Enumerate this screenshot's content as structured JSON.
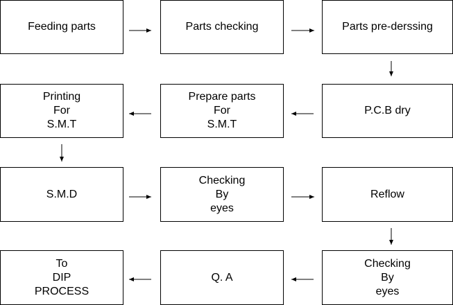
{
  "steps": [
    {
      "id": "feeding-parts",
      "lines": [
        "Feeding parts"
      ]
    },
    {
      "id": "parts-checking",
      "lines": [
        "Parts checking"
      ]
    },
    {
      "id": "parts-pre-dressing",
      "lines": [
        "Parts pre-derssing"
      ]
    },
    {
      "id": "pcb-dry",
      "lines": [
        "P.C.B dry"
      ]
    },
    {
      "id": "prepare-parts-smt",
      "lines": [
        "Prepare parts",
        "For",
        "S.M.T"
      ]
    },
    {
      "id": "printing-smt",
      "lines": [
        "Printing",
        "For",
        "S.M.T"
      ]
    },
    {
      "id": "smd",
      "lines": [
        "S.M.D"
      ]
    },
    {
      "id": "checking-by-eyes-1",
      "lines": [
        "Checking",
        "By",
        "eyes"
      ]
    },
    {
      "id": "reflow",
      "lines": [
        "Reflow"
      ]
    },
    {
      "id": "checking-by-eyes-2",
      "lines": [
        "Checking",
        "By",
        "eyes"
      ]
    },
    {
      "id": "qa",
      "lines": [
        "Q. A"
      ]
    },
    {
      "id": "to-dip-process",
      "lines": [
        "To",
        "DIP",
        "PROCESS"
      ]
    }
  ]
}
